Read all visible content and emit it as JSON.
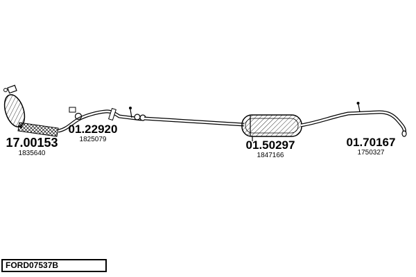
{
  "diagram": {
    "code": "FORD07537B",
    "parts": [
      {
        "number": "17.00153",
        "ref": "1835640"
      },
      {
        "number": "01.22920",
        "ref": "1825079"
      },
      {
        "number": "01.50297",
        "ref": "1847166"
      },
      {
        "number": "01.70167",
        "ref": "1750327"
      }
    ]
  }
}
